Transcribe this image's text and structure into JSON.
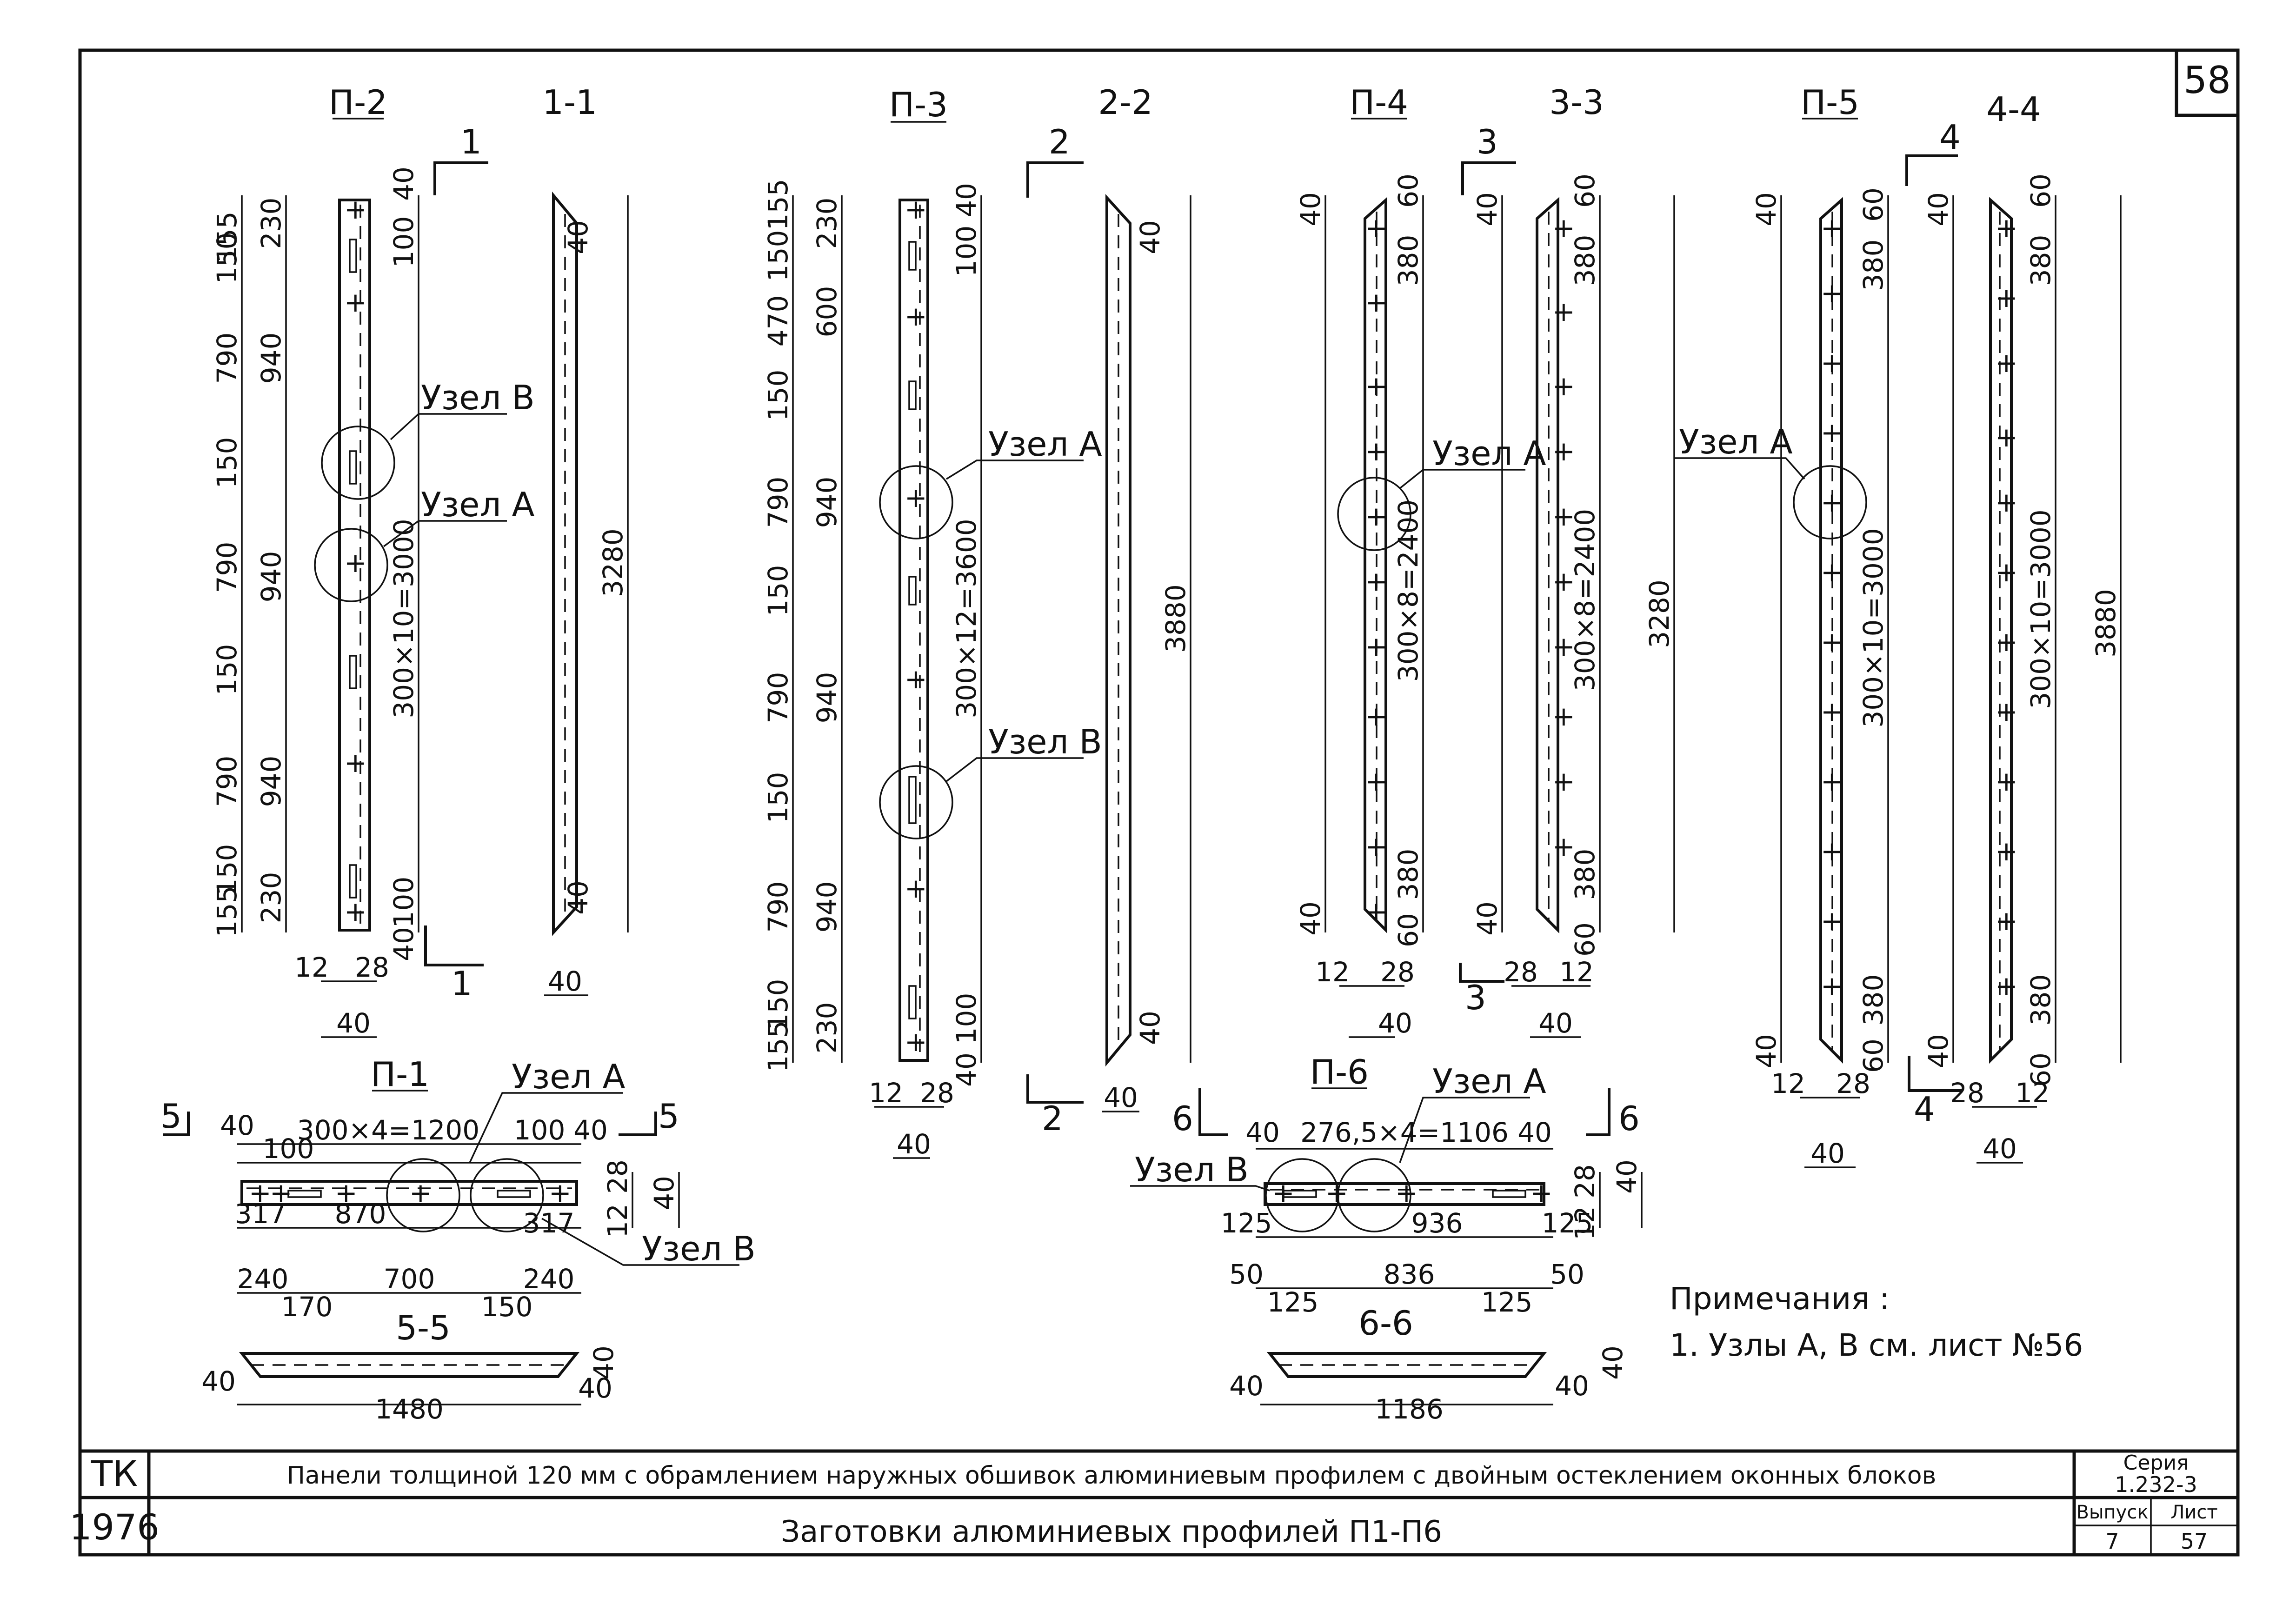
{
  "sheet_number": "58",
  "views": [
    {
      "id": "p2",
      "mark": "П-2",
      "section": "1-1",
      "cut_label": "1",
      "dims_left": [
        "155",
        "230",
        "150",
        "790",
        "940",
        "150",
        "790",
        "940",
        "150",
        "790",
        "940",
        "155",
        "150",
        "230"
      ],
      "dims_right": [
        "40",
        "100",
        "300×10=3000",
        "100",
        "40"
      ],
      "dims_bottom": [
        "12",
        "28",
        "40"
      ],
      "nodes": [
        "Узел В",
        "Узел А"
      ],
      "section_dims": [
        "40",
        "3280",
        "40",
        "40"
      ]
    },
    {
      "id": "p3",
      "mark": "П-3",
      "section": "2-2",
      "cut_label": "2",
      "dims_left": [
        "155",
        "230",
        "150",
        "470",
        "600",
        "150",
        "790",
        "940",
        "150",
        "790",
        "940",
        "150",
        "790",
        "940",
        "155",
        "150",
        "230"
      ],
      "dims_right": [
        "40",
        "100",
        "300×12=3600",
        "100",
        "40"
      ],
      "dims_bottom": [
        "12",
        "28",
        "40"
      ],
      "nodes": [
        "Узел А",
        "Узел В"
      ],
      "section_dims": [
        "40",
        "3880",
        "40",
        "40"
      ]
    },
    {
      "id": "p4",
      "mark": "П-4",
      "section": "3-3",
      "cut_label": "3",
      "dims_left": [
        "40",
        "40"
      ],
      "dims_right": [
        "60",
        "380",
        "300×8=2400",
        "380",
        "60"
      ],
      "dims_bottom": [
        "12",
        "28",
        "40"
      ],
      "nodes": [
        "Узел А"
      ],
      "section_dims": [
        "40",
        "60",
        "380",
        "300×8=2400",
        "3280",
        "380",
        "60",
        "40",
        "28",
        "12",
        "40"
      ]
    },
    {
      "id": "p5",
      "mark": "П-5",
      "section": "4-4",
      "cut_label": "4",
      "dims_left": [
        "40",
        "40"
      ],
      "dims_right": [
        "60",
        "380",
        "300×10=3000",
        "380",
        "60"
      ],
      "dims_bottom": [
        "12",
        "28",
        "40"
      ],
      "nodes": [
        "Узел А"
      ],
      "section_dims": [
        "40",
        "60",
        "380",
        "300×10=3000",
        "3880",
        "380",
        "60",
        "40",
        "28",
        "12",
        "40"
      ]
    },
    {
      "id": "p1",
      "mark": "П-1",
      "section": "5-5",
      "cut_label": "5",
      "dims_top": [
        "40",
        "300×4=1200",
        "100",
        "100",
        "40"
      ],
      "dims_bottom": [
        "317",
        "870",
        "317",
        "240",
        "700",
        "240",
        "170",
        "150"
      ],
      "dims_right": [
        "28",
        "40",
        "12"
      ],
      "nodes": [
        "Узел А",
        "Узел В"
      ],
      "section_dims": [
        "40",
        "1480",
        "40",
        "40"
      ]
    },
    {
      "id": "p6",
      "mark": "П-6",
      "section": "6-6",
      "cut_label": "6",
      "dims_top": [
        "40",
        "276,5×4=1106",
        "40"
      ],
      "dims_bottom": [
        "125",
        "936",
        "125",
        "50",
        "836",
        "50",
        "125",
        "125"
      ],
      "dims_right": [
        "28",
        "40",
        "12"
      ],
      "nodes": [
        "Узел В",
        "Узел А"
      ],
      "section_dims": [
        "40",
        "1186",
        "40",
        "40"
      ]
    }
  ],
  "notes": {
    "title": "Примечания :",
    "items": [
      "1. Узлы А, В см. лист №56"
    ]
  },
  "title_block": {
    "org": "ТК",
    "year": "1976",
    "title": "Панели толщиной 120 мм с обрамлением наружных обшивок алюминиевым профилем с двойным остеклением оконных блоков",
    "subtitle": "Заготовки алюминиевых профилей П1-П6",
    "series_label": "Серия",
    "series_value": "1.232-3",
    "issue_label": "Выпуск",
    "issue_value": "7",
    "sheet_label": "Лист",
    "sheet_value": "57"
  }
}
